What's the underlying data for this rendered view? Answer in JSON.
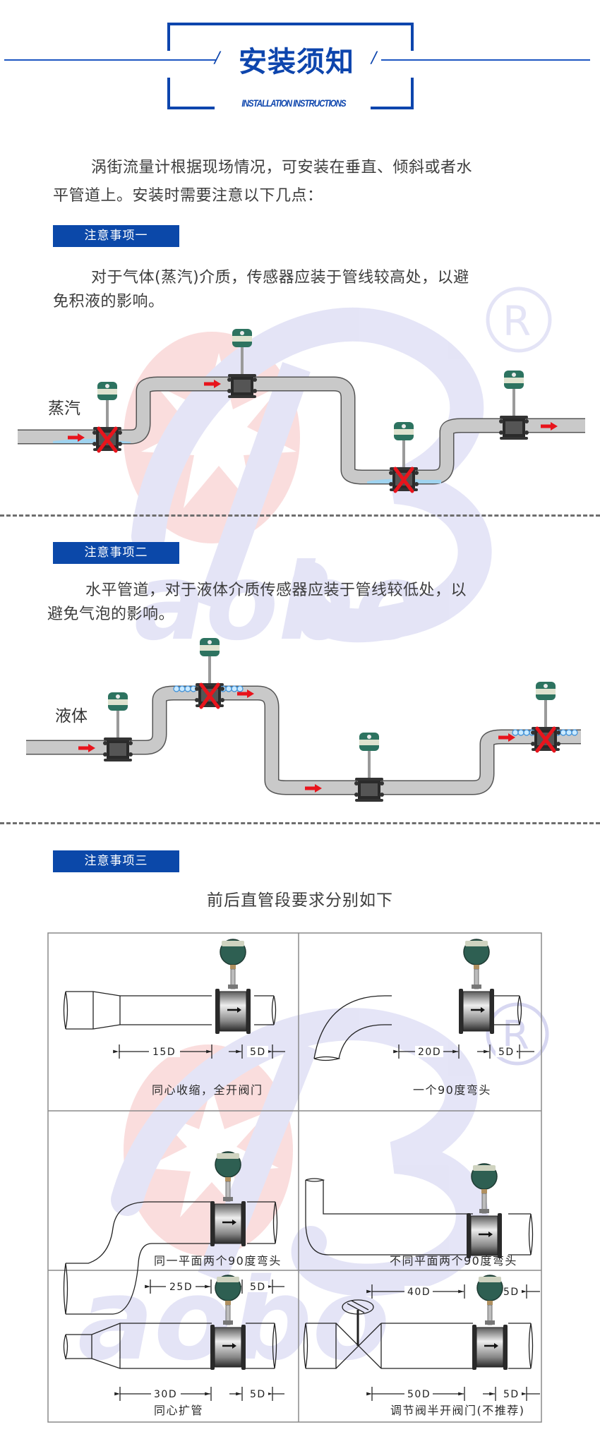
{
  "header": {
    "title": "安装须知",
    "subtitle": "INSTALLATION INSTRUCTIONS",
    "slash": "/",
    "accent_color": "#0d45ad"
  },
  "intro": {
    "line1": "涡街流量计根据现场情况，可安装在垂直、倾斜或者水",
    "line2": "平管道上。安装时需要注意以下几点："
  },
  "notes": [
    {
      "tag": "注意事项一",
      "line1": "对于气体(蒸汽)介质，传感器应装于管线较高处，以避",
      "line2": "免积液的影响。",
      "medium_label": "蒸汽",
      "meters": [
        {
          "position": "low-left",
          "status": "wrong",
          "marker": "red-x",
          "medium_effect": "liquid accumulation"
        },
        {
          "position": "high-middle",
          "status": "correct"
        },
        {
          "position": "low-bottom",
          "status": "wrong",
          "marker": "red-x",
          "medium_effect": "liquid accumulation"
        },
        {
          "position": "right-raised",
          "status": "correct"
        }
      ]
    },
    {
      "tag": "注意事项二",
      "line1": "水平管道，对于液体介质传感器应装于管线较低处，以",
      "line2": "避免气泡的影响。",
      "medium_label": "液体",
      "meters": [
        {
          "position": "low-left",
          "status": "correct"
        },
        {
          "position": "high-middle",
          "status": "wrong",
          "marker": "red-x",
          "medium_effect": "air bubbles"
        },
        {
          "position": "low-bottom",
          "status": "correct"
        },
        {
          "position": "right-raised",
          "status": "wrong",
          "marker": "red-x",
          "medium_effect": "air bubbles"
        }
      ]
    },
    {
      "tag": "注意事项三",
      "subtitle": "前后直管段要求分别如下"
    }
  ],
  "straight_pipe_table": [
    {
      "caption": "同心收缩，全开阀门",
      "upstream": "15D",
      "downstream": "5D"
    },
    {
      "caption": "一个90度弯头",
      "upstream": "20D",
      "downstream": "5D"
    },
    {
      "caption": "同一平面两个90度弯头",
      "upstream": "25D",
      "downstream": "5D"
    },
    {
      "caption": "不同平面两个90度弯头",
      "upstream": "40D",
      "downstream": "5D"
    },
    {
      "caption": "同心扩管",
      "upstream": "30D",
      "downstream": "5D"
    },
    {
      "caption": "调节阀半开阀门(不推荐)",
      "upstream": "50D",
      "downstream": "5D"
    }
  ],
  "watermark": {
    "letters": "aobo",
    "registered_mark": "®"
  },
  "colors": {
    "tag_bg": "#0b48a9",
    "pipe": "#c9c9c9",
    "flow_arrow": "#e8141c",
    "wrong_marker": "#e8141c",
    "meter_head": "#2d7360"
  }
}
